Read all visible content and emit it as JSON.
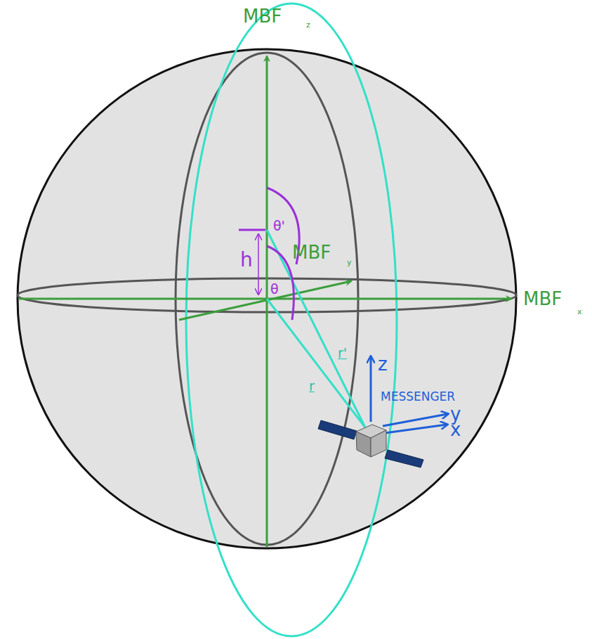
{
  "diagram": {
    "labels": [
      "MBF",
      "z",
      "MBF",
      "y",
      "MBF",
      "x",
      "θ'",
      "h",
      "θ",
      "r'",
      "r",
      "z",
      "MESSENGER",
      "y",
      "x"
    ]
  }
}
